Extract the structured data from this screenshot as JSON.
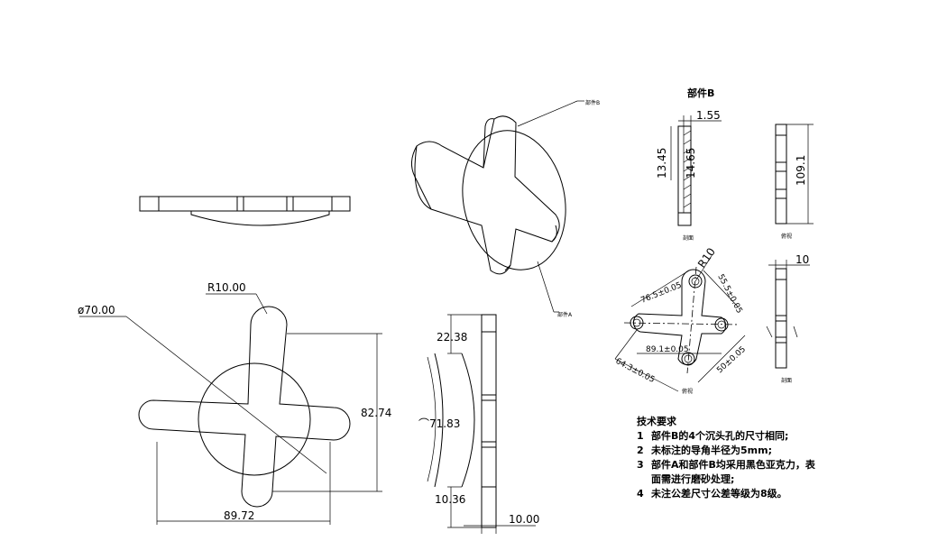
{
  "dims": {
    "d_radius": "R10.00",
    "d_diameter": "ø70.00",
    "d_height": "82.74",
    "d_width": "89.72",
    "d_top": "22.38",
    "d_arc": "⌒71.83",
    "d_bottom": "10.36",
    "d_thick": "10.00"
  },
  "partB": {
    "title": "部件B",
    "d155": "1.55",
    "d1345": "13.45",
    "d1465": "14.65",
    "d1091": "109.1",
    "d10": "10",
    "r10": "R10",
    "d765": "76.5±0.05",
    "d555": "55.5±0.05",
    "d891": "89.1±0.05",
    "d643": "64.3±0.05",
    "d50": "50±0.05"
  },
  "labels": {
    "partB_tag": "部件B",
    "partA_tag": "部件A",
    "view_tag_1": "剖面",
    "view_tag_2": "俯视",
    "view_tag_3": "俯视",
    "view_tag_4": "剖面"
  },
  "notes": {
    "title": "技术要求",
    "items": [
      {
        "num": "1",
        "text": "部件B的4个沉头孔的尺寸相同;"
      },
      {
        "num": "2",
        "text": "未标注的导角半径为5mm;"
      },
      {
        "num": "3",
        "text": "部件A和部件B均采用黑色亚克力，表"
      },
      {
        "num": "",
        "text": "面需进行磨砂处理;"
      },
      {
        "num": "4",
        "text": "未注公差尺寸公差等级为8级。"
      }
    ]
  }
}
